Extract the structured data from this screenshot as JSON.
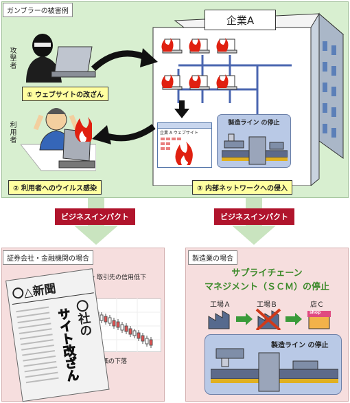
{
  "top": {
    "title": "ガンブラーの被害例",
    "attacker_label": "攻撃者",
    "user_label": "利用者",
    "company_sign": "企業A",
    "step1": "① ウェブサイトの改ざん",
    "step2": "② 利用者へのウイルス感染",
    "step3": "③ 内部ネットワークへの侵入",
    "website_title": "企業 A ウェブサイト",
    "factory_stop": "製造ライン の停止"
  },
  "impact": {
    "left": "ビジネスインパクト",
    "right": "ビジネスインパクト"
  },
  "finance": {
    "title": "証券会社・金融機関の場合",
    "credit_drop": "顧客・取引先の信用低下",
    "stock_drop": "株価の下落",
    "newspaper_header": "〇△新聞",
    "headline_col1": "〇社の",
    "headline_col2": "サイト改ざん"
  },
  "manufacturing": {
    "title": "製造業の場合",
    "heading_line1": "サプライチェーン",
    "heading_line2": "マネジメント（ＳＣＭ）の停止",
    "factory_a": "工場Ａ",
    "factory_b": "工場Ｂ",
    "store_c": "店Ｃ",
    "shop_sign": "shop",
    "factory_stop": "製造ライン の停止"
  },
  "colors": {
    "top_bg": "#d8efd0",
    "left_bottom_bg": "#f6dede",
    "right_bottom_bg": "#f6dede",
    "impact_red": "#b0142c",
    "heading_green": "#3c8a2a"
  }
}
